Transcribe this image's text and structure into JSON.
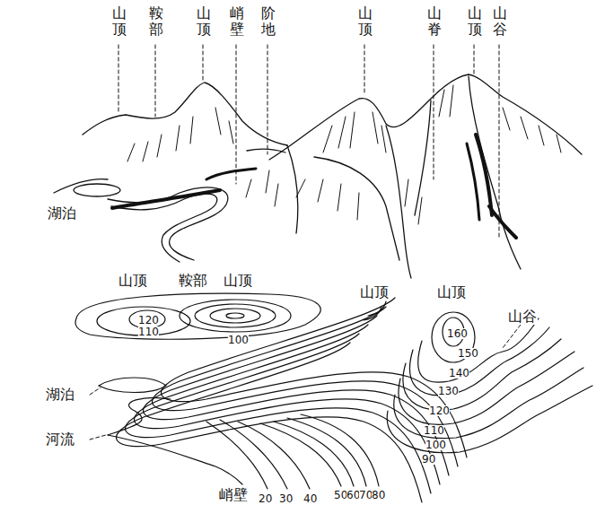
{
  "diagram": {
    "labels": [
      "山顶",
      "鞍部",
      "山顶",
      "峭壁",
      "阶地",
      "山顶",
      "山脊",
      "山顶",
      "山谷",
      "湖泊",
      "山顶",
      "鞍部",
      "山顶",
      "山顶",
      "山顶",
      "山谷",
      "湖泊",
      "河流",
      "峭壁",
      "120",
      "110",
      "100",
      "160",
      "150",
      "140",
      "130",
      "120",
      "110",
      "100",
      "90",
      "20",
      "30",
      "40",
      "50",
      "60",
      "70",
      "80"
    ]
  }
}
